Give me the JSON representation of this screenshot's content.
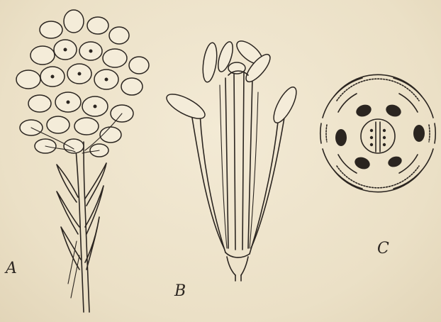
{
  "figure": {
    "labels": {
      "a": "A",
      "b": "B",
      "c": "C"
    },
    "ink_color": "#2b2520",
    "paper_color": "#efe6d0"
  }
}
